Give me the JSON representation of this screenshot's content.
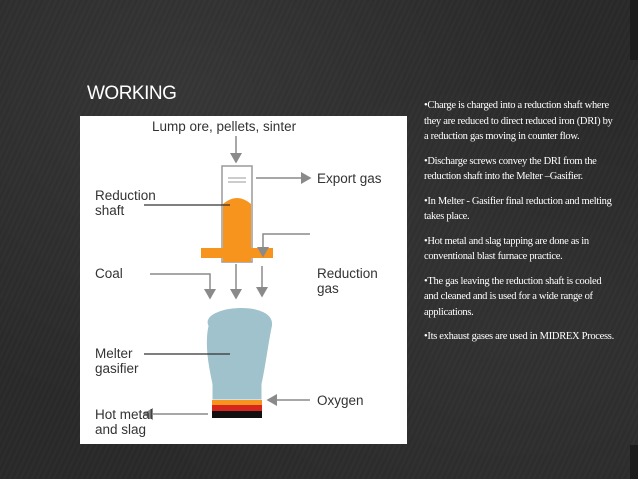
{
  "slide": {
    "title": "WORKING"
  },
  "diagram": {
    "labels": {
      "input": "Lump ore, pellets, sinter",
      "reduction_shaft_1": "Reduction",
      "reduction_shaft_2": "shaft",
      "export_gas": "Export gas",
      "coal": "Coal",
      "reduction_gas_1": "Reduction",
      "reduction_gas_2": "gas",
      "melter_gasifier_1": "Melter",
      "melter_gasifier_2": "gasifier",
      "oxygen": "Oxygen",
      "hot_metal_1": "Hot metal",
      "hot_metal_2": "and slag"
    },
    "colors": {
      "shaft_fill": "#f7941d",
      "gasifier_fill": "#9fc2cc",
      "arrow": "#8a8a8a",
      "slag_red": "#d7261e",
      "slag_orange": "#f7941d",
      "metal_black": "#111111"
    }
  },
  "bullets": [
    "•Charge is charged into a reduction shaft where they are reduced to direct reduced iron (DRI) by a reduction gas moving in counter flow.",
    "•Discharge screws convey the DRI from the reduction shaft into the Melter –Gasifier.",
    "•In Melter - Gasifier final reduction and melting takes place.",
    "•Hot metal and slag tapping are done as in conventional blast furnace practice.",
    "•The gas leaving the reduction shaft is cooled and cleaned and is used for a wide range of applications.",
    "•Its exhaust gases are used in MIDREX Process."
  ]
}
